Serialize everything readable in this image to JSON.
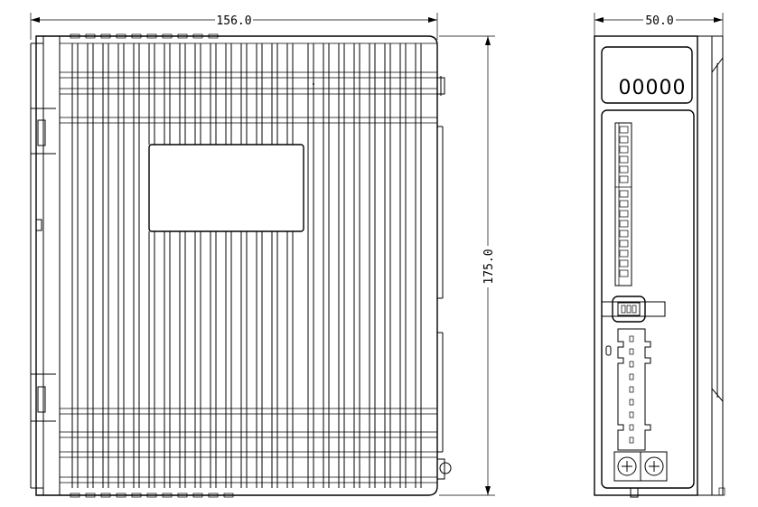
{
  "dimensions": {
    "width": "156.0",
    "height": "175.0",
    "depth": "50.0"
  },
  "display": {
    "readout": "00000"
  }
}
